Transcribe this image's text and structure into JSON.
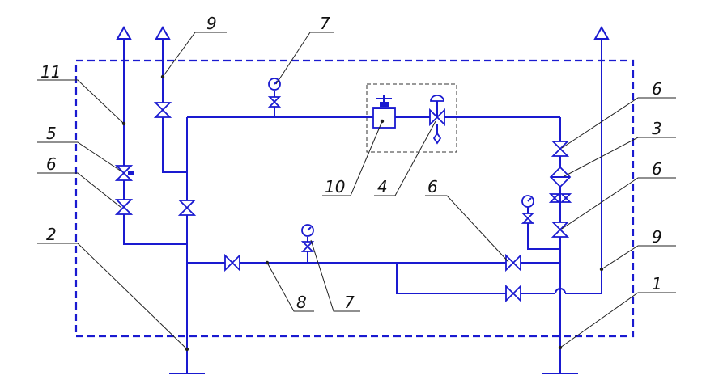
{
  "labels": {
    "l1": "1",
    "l2": "2",
    "l3": "3",
    "l4": "4",
    "l5": "5",
    "l6a": "6",
    "l6b": "6",
    "l6c": "6",
    "l6d": "6",
    "l7a": "7",
    "l7b": "7",
    "l8": "8",
    "l9a": "9",
    "l9b": "9",
    "l10": "10",
    "l11": "11"
  },
  "colors": {
    "pipe": "#1a1ad0",
    "leader": "#222222"
  }
}
